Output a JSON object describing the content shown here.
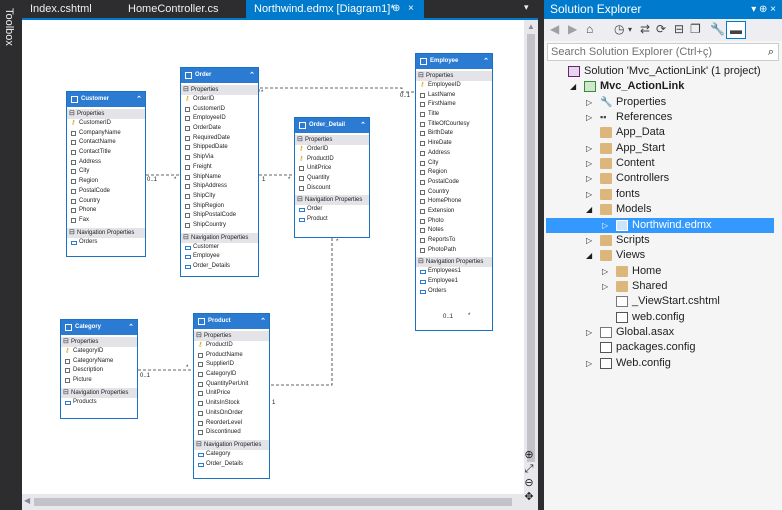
{
  "toolbox": {
    "label": "Toolbox"
  },
  "tabs": [
    {
      "label": "Index.cshtml"
    },
    {
      "label": "HomeController.cs"
    },
    {
      "label": "Northwind.edmx [Diagram1]*",
      "pin": "⊕",
      "close": "×"
    }
  ],
  "tab_dropdown": "▾",
  "diagram": {
    "entities": {
      "customer": {
        "name": "Customer",
        "properties_label": "Properties",
        "properties": [
          "CustomerID",
          "CompanyName",
          "ContactName",
          "ContactTitle",
          "Address",
          "City",
          "Region",
          "PostalCode",
          "Country",
          "Phone",
          "Fax"
        ],
        "nav_label": "Navigation Properties",
        "nav": [
          "Orders"
        ]
      },
      "order": {
        "name": "Order",
        "properties_label": "Properties",
        "properties": [
          "OrderID",
          "CustomerID",
          "EmployeeID",
          "OrderDate",
          "RequiredDate",
          "ShippedDate",
          "ShipVia",
          "Freight",
          "ShipName",
          "ShipAddress",
          "ShipCity",
          "ShipRegion",
          "ShipPostalCode",
          "ShipCountry"
        ],
        "nav_label": "Navigation Properties",
        "nav": [
          "Customer",
          "Employee",
          "Order_Details"
        ]
      },
      "order_detail": {
        "name": "Order_Detail",
        "properties_label": "Properties",
        "properties": [
          "OrderID",
          "ProductID",
          "UnitPrice",
          "Quantity",
          "Discount"
        ],
        "nav_label": "Navigation Properties",
        "nav": [
          "Order",
          "Product"
        ]
      },
      "employee": {
        "name": "Employee",
        "properties_label": "Properties",
        "properties": [
          "EmployeeID",
          "LastName",
          "FirstName",
          "Title",
          "TitleOfCourtesy",
          "BirthDate",
          "HireDate",
          "Address",
          "City",
          "Region",
          "PostalCode",
          "Country",
          "HomePhone",
          "Extension",
          "Photo",
          "Notes",
          "ReportsTo",
          "PhotoPath"
        ],
        "nav_label": "Navigation Properties",
        "nav": [
          "Employees1",
          "Employee1",
          "Orders"
        ]
      },
      "category": {
        "name": "Category",
        "properties_label": "Properties",
        "properties": [
          "CategoryID",
          "CategoryName",
          "Description",
          "Picture"
        ],
        "nav_label": "Navigation Properties",
        "nav": [
          "Products"
        ]
      },
      "product": {
        "name": "Product",
        "properties_label": "Properties",
        "properties": [
          "ProductID",
          "ProductName",
          "SupplierID",
          "CategoryID",
          "QuantityPerUnit",
          "UnitPrice",
          "UnitsInStock",
          "UnitsOnOrder",
          "ReorderLevel",
          "Discontinued"
        ],
        "nav_label": "Navigation Properties",
        "nav": [
          "Category",
          "Order_Details"
        ]
      }
    },
    "multiplicities": {
      "cust_order_left": "0..1",
      "cust_order_right": "*",
      "order_emp_left": "*",
      "order_emp_right": "0..1",
      "order_od_left": "1",
      "order_od_right": "*",
      "emp_self_a": "0..1",
      "emp_self_b": "*",
      "od_prod_top": "*",
      "od_prod_bottom": "1",
      "cat_prod_left": "0..1",
      "cat_prod_right": "*"
    }
  },
  "zoom_tools": [
    "⊕",
    "⤢",
    "⊖",
    "✥"
  ],
  "solution_explorer": {
    "title": "Solution Explorer",
    "title_buttons": "▾ ⊕ ×",
    "search_placeholder": "Search Solution Explorer (Ctrl+ç)",
    "tree": [
      {
        "label": "Solution 'Mvc_ActionLink' (1 project)",
        "indent": 0,
        "exp": "",
        "icon": "solution"
      },
      {
        "label": "Mvc_ActionLink",
        "indent": 1,
        "exp": "◢",
        "icon": "project",
        "bold": true
      },
      {
        "label": "Properties",
        "indent": 2,
        "exp": "▷",
        "icon": "wrench"
      },
      {
        "label": "References",
        "indent": 2,
        "exp": "▷",
        "icon": "refs"
      },
      {
        "label": "App_Data",
        "indent": 2,
        "exp": "",
        "icon": "folder"
      },
      {
        "label": "App_Start",
        "indent": 2,
        "exp": "▷",
        "icon": "folder"
      },
      {
        "label": "Content",
        "indent": 2,
        "exp": "▷",
        "icon": "folder"
      },
      {
        "label": "Controllers",
        "indent": 2,
        "exp": "▷",
        "icon": "folder"
      },
      {
        "label": "fonts",
        "indent": 2,
        "exp": "▷",
        "icon": "folder"
      },
      {
        "label": "Models",
        "indent": 2,
        "exp": "◢",
        "icon": "folder"
      },
      {
        "label": "Northwind.edmx",
        "indent": 3,
        "exp": "▷",
        "icon": "edmx",
        "selected": true
      },
      {
        "label": "Scripts",
        "indent": 2,
        "exp": "▷",
        "icon": "folder"
      },
      {
        "label": "Views",
        "indent": 2,
        "exp": "◢",
        "icon": "folder"
      },
      {
        "label": "Home",
        "indent": 3,
        "exp": "▷",
        "icon": "folder"
      },
      {
        "label": "Shared",
        "indent": 3,
        "exp": "▷",
        "icon": "folder"
      },
      {
        "label": "_ViewStart.cshtml",
        "indent": 3,
        "exp": "",
        "icon": "file"
      },
      {
        "label": "web.config",
        "indent": 3,
        "exp": "",
        "icon": "config"
      },
      {
        "label": "Global.asax",
        "indent": 2,
        "exp": "▷",
        "icon": "file"
      },
      {
        "label": "packages.config",
        "indent": 2,
        "exp": "",
        "icon": "config"
      },
      {
        "label": "Web.config",
        "indent": 2,
        "exp": "▷",
        "icon": "config"
      }
    ]
  },
  "colors": {
    "accent": "#007acc",
    "entity_header": "#2b7bd2",
    "selection": "#3399ff"
  }
}
